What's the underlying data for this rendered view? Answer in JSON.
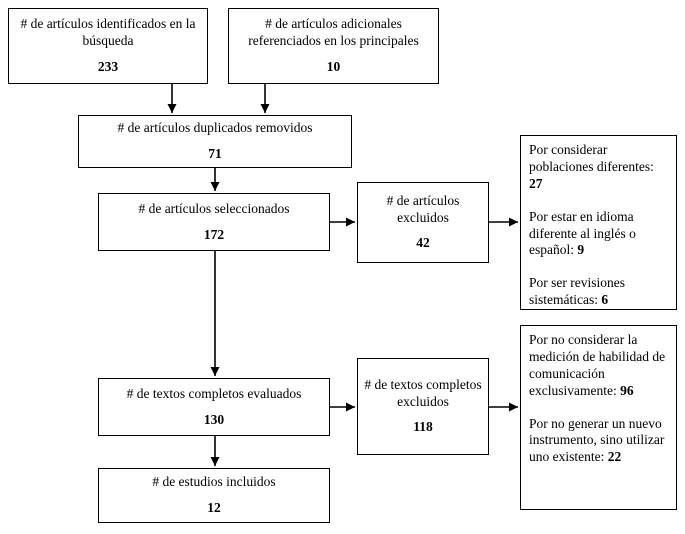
{
  "boxes": {
    "identified": {
      "label": "# de artículos identificados en la búsqueda",
      "value": "233"
    },
    "additional": {
      "label": "# de artículos adicionales referenciados en los principales",
      "value": "10"
    },
    "duplicates": {
      "label": "# de artículos duplicados removidos",
      "value": "71"
    },
    "selected": {
      "label": "# de artículos seleccionados",
      "value": "172"
    },
    "excluded": {
      "label": "# de artículos excluidos",
      "value": "42"
    },
    "fulltext_evaluated": {
      "label": "# de textos completos evaluados",
      "value": "130"
    },
    "fulltext_excluded": {
      "label": "# de textos completos excluidos",
      "value": "118"
    },
    "included": {
      "label": "# de estudios incluidos",
      "value": "12"
    }
  },
  "reasons1": {
    "items": [
      {
        "text": "Por considerar poblaciones diferentes: ",
        "value": "27"
      },
      {
        "text": "Por estar en idioma diferente al inglés o español: ",
        "value": "9"
      },
      {
        "text": "Por ser revisiones sistemáticas: ",
        "value": "6"
      }
    ]
  },
  "reasons2": {
    "items": [
      {
        "text": "Por no considerar la medición de habilidad de comunicación exclusivamente: ",
        "value": "96"
      },
      {
        "text": "Por no generar un nuevo instrumento, sino utilizar uno existente: ",
        "value": "22"
      }
    ]
  }
}
